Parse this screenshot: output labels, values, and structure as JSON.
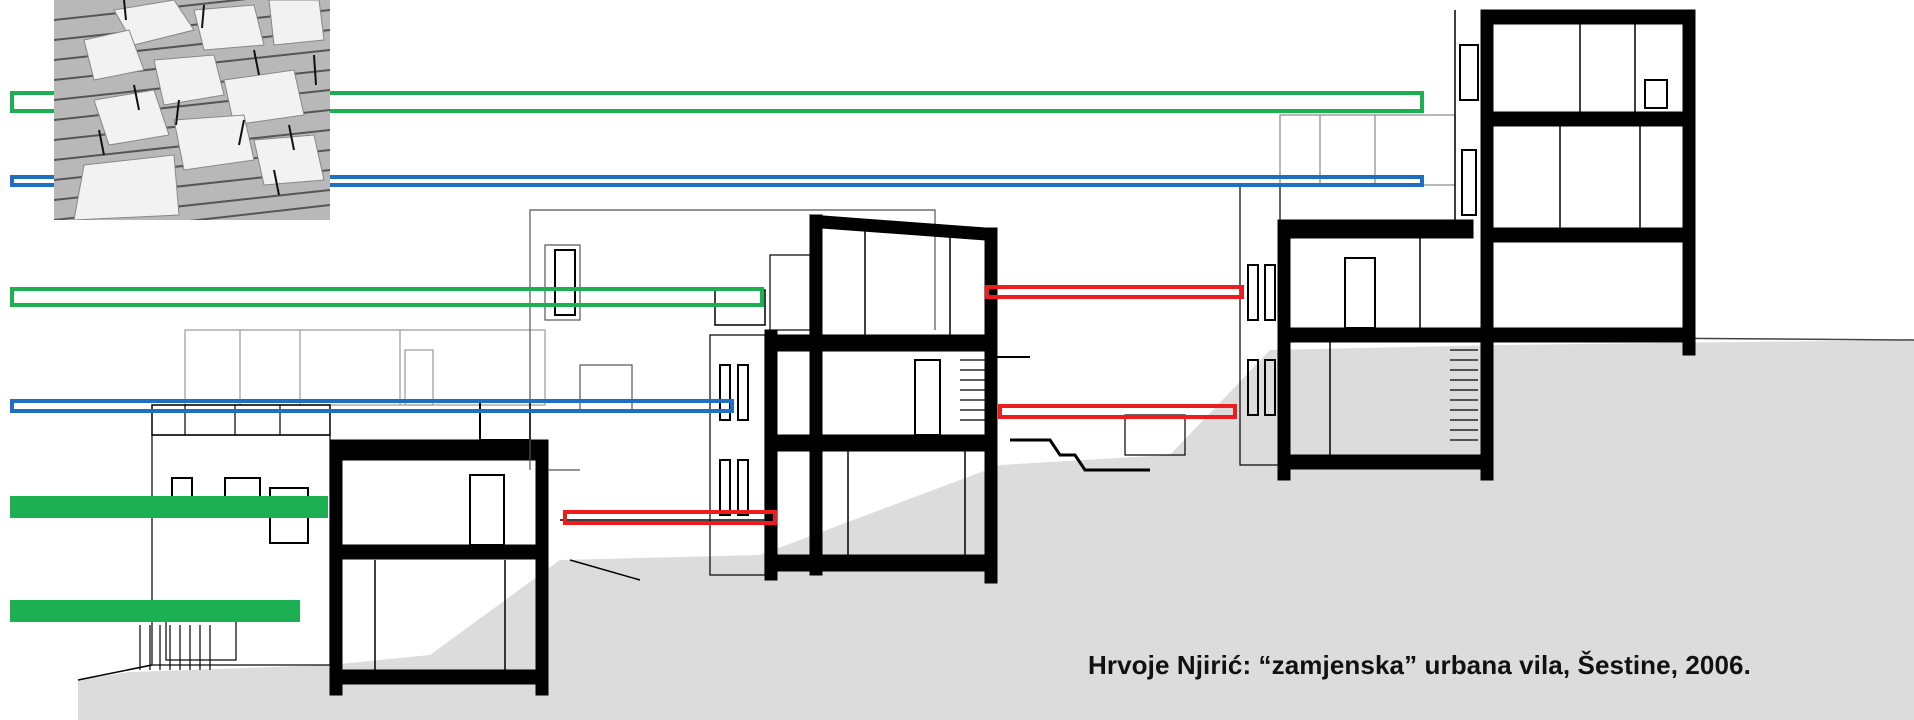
{
  "caption": "Hrvoje Njirić: “zamjenska” urbana vila, Šestine, 2006.",
  "colors": {
    "ground": "#dcdcdc",
    "green_band": "#1db052",
    "blue_band": "#1e6fc0",
    "red_band": "#ee1c1c",
    "wall": "#000000",
    "elevation_line": "#888888"
  },
  "image": {
    "photo": "model-photo",
    "drawing": "building-section-drawing"
  }
}
